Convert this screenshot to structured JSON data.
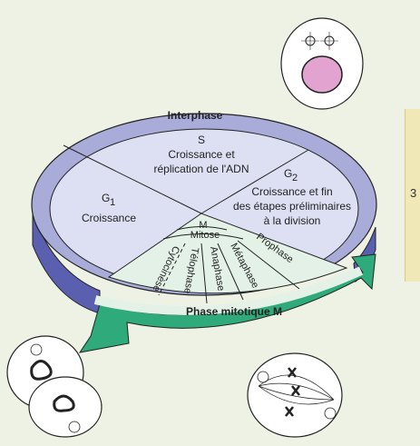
{
  "labels": {
    "interphase": "Interphase",
    "s_letter": "S",
    "s_line1": "Croissance et",
    "s_line2": "réplication de l'ADN",
    "g2_letter": "G",
    "g2_sub": "2",
    "g2_line1": "Croissance et fin",
    "g2_line2": "des étapes préliminaires",
    "g2_line3": "à la division",
    "g1_letter": "G",
    "g1_sub": "1",
    "g1_line1": "Croissance",
    "m_letter": "M",
    "mitose": "Mitose",
    "prophase": "Prophase",
    "metaphase": "Métaphase",
    "anaphase": "Anaphase",
    "telophase": "Télophase",
    "cytocinese": "Cytocinèse",
    "phase_mitotique": "Phase mitotique M",
    "side_number": "3"
  },
  "colors": {
    "disk_fill": "#dde0f2",
    "disk_edge": "#5a5fb0",
    "disk_ring": "#a9acd8",
    "mitotic_fill": "#e3f1e6",
    "arrow_fill": "#2faa7a",
    "outline": "#222222",
    "nucleus": "#e2a3d1"
  }
}
